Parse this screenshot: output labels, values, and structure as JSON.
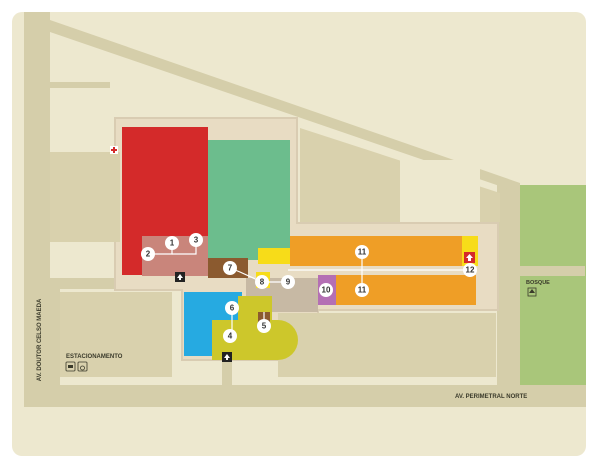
{
  "streets": {
    "west": "AV. DOUTOR CELSO MAEDA",
    "south": "AV. PERIMETRAL NORTE"
  },
  "areas": {
    "parking": "ESTACIONAMENTO",
    "woods": "BOSQUE"
  },
  "markers": [
    "1",
    "2",
    "3",
    "4",
    "5",
    "6",
    "7",
    "8",
    "9",
    "10",
    "11",
    "11",
    "12"
  ],
  "icons": [
    "hospital-cross-icon",
    "entrance-arrow-icon",
    "car-icon",
    "wheelchair-icon",
    "tree-icon",
    "exit-arrow-icon"
  ],
  "colors": {
    "background": "#ede8cf",
    "road": "#d5ceaa",
    "grass": "#a9c67a",
    "red_block": "#d42a2a",
    "green_block": "#6cbd8d",
    "orange_block": "#ef9e26",
    "yellow_block": "#f7dc19",
    "blue_block": "#26aae1",
    "olive_block": "#cdc72b",
    "brown_block": "#8b5a2f",
    "salmon_block": "#c9857b",
    "purple_block": "#b46fb4",
    "grey_block": "#c7b9a4"
  }
}
